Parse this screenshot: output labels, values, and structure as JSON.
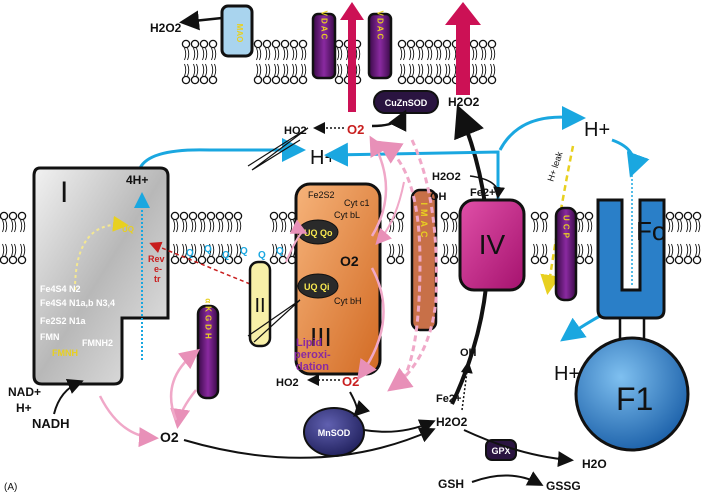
{
  "h2o2_top": "H2O2",
  "mao_label": "MAO",
  "vdac_label": "VDAC",
  "cuznsod": "CuZnSOD",
  "ho2": "HO2",
  "o2_superoxide": "O2",
  "h_plus": "H+",
  "complex1": {
    "numeral": "I",
    "protons": "4H+"
  },
  "complex1_sites": [
    "Fe4S4 N2",
    "Fe4S4 N1a,b N3,4",
    "Fe2S2 N1a",
    "FMN",
    "FMNH2",
    "FMNH"
  ],
  "reverse_transfer": "Reverse e- transfer",
  "nad": "NAD+",
  "nadh": "NADH",
  "hplus_matrix": "H+",
  "complex2": "II",
  "akgdh": "αKGDH",
  "complex3": {
    "numeral": "III",
    "fes": "Fe2S2",
    "cytc1": "Cyt c1",
    "cytbl": "Cyt bL",
    "cytbh": "Cyt bH",
    "uq_o": "UQ Qo",
    "uq_i": "UQ Qi"
  },
  "imac": "IMAC",
  "lipid_perox": [
    "Lipid",
    "peroxi-",
    "dation"
  ],
  "complex4": "IV",
  "ucp": "UCP",
  "h_leak": "H+ leak",
  "fe2": "Fe2+",
  "oh_radical": "OH",
  "fo": "Fo",
  "f1": "F1",
  "mnsod": "MnSOD",
  "gpx": "GPX",
  "gsh": "GSH",
  "gssg": "GSSG",
  "h2o": "H2O",
  "panel": "(A)",
  "colors": {
    "cyan_arrow": "#1aa7e0",
    "pink_arrow": "#f0a8c8",
    "magenta": "#cc1155",
    "complex3": "#e8853c",
    "complex4": "#c8208a",
    "fo": "#2a7fc8",
    "purple": "#5e1670"
  }
}
